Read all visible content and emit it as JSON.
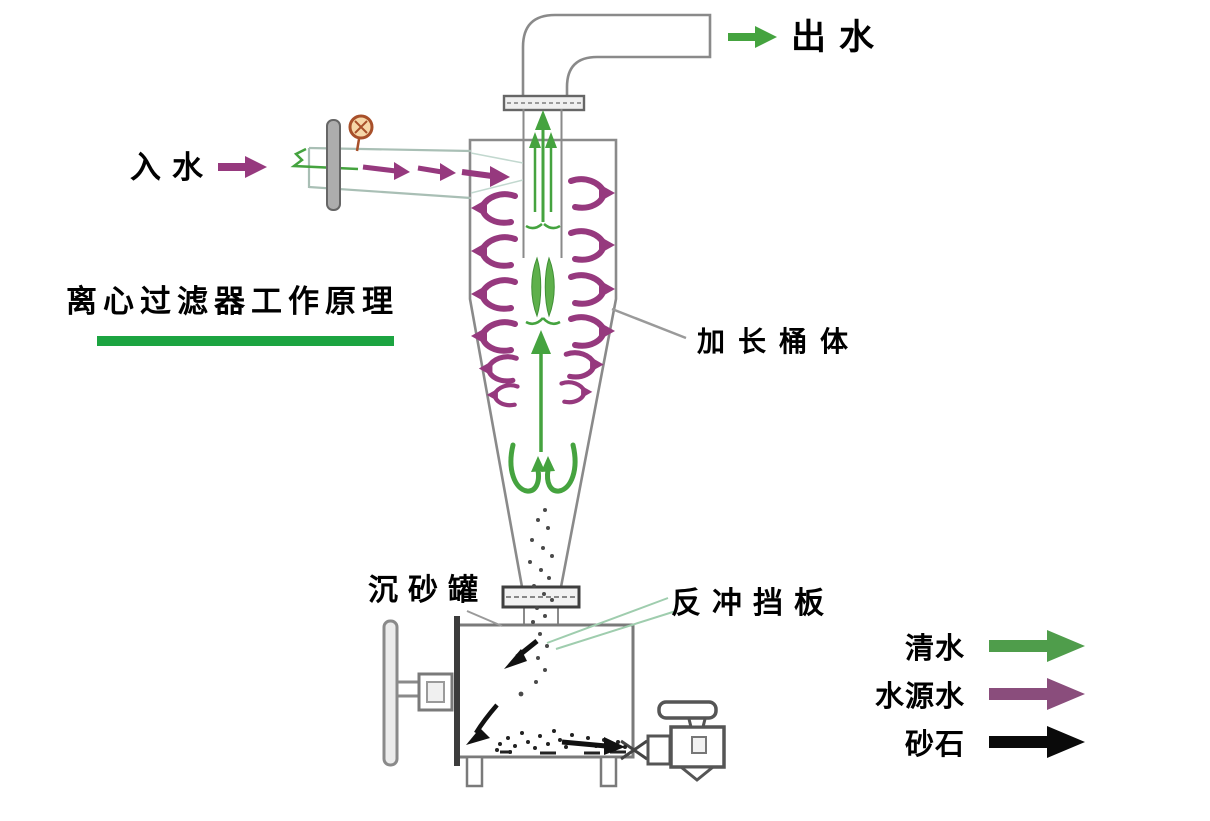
{
  "title": {
    "text": "离心过滤器工作原理",
    "underline_color": "#1ca441"
  },
  "labels": {
    "outlet": "出水",
    "inlet": "入水",
    "extended_barrel": "加长桶体",
    "sand_settling_tank": "沉砂罐",
    "backflush_baffle": "反冲挡板"
  },
  "legend": {
    "items": [
      {
        "label": "清水",
        "color": "#4f9d4b"
      },
      {
        "label": "水源水",
        "color": "#8a4d7c"
      },
      {
        "label": "砂石",
        "color": "#0a0a0a"
      }
    ]
  },
  "colors": {
    "clear_water": "#45a33f",
    "source_water": "#96397e",
    "sand": "#111111",
    "outline_gray": "#8a8a8a"
  }
}
